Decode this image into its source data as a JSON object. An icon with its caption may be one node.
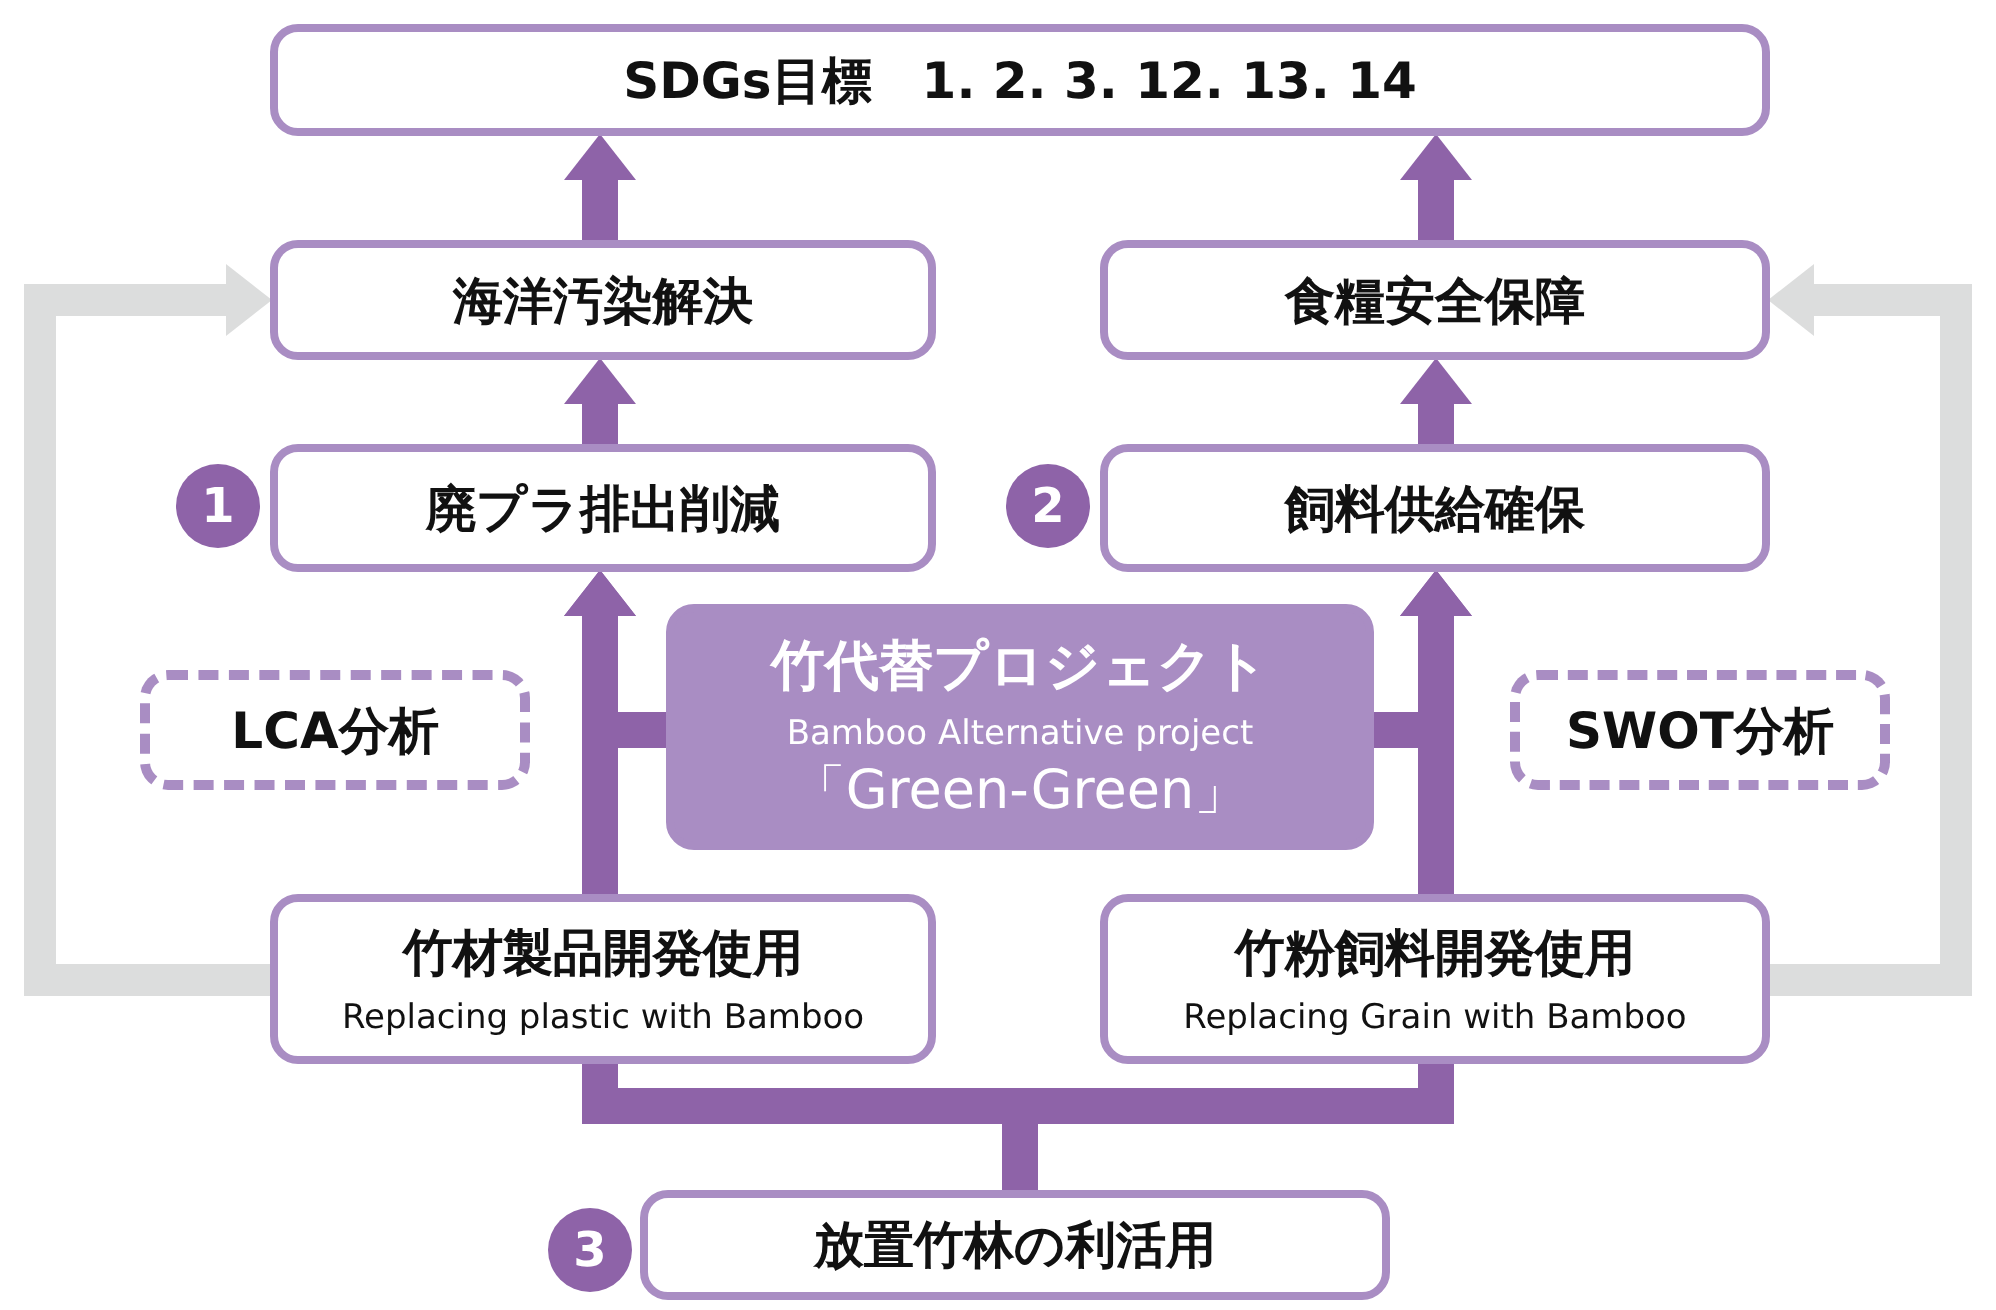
{
  "diagram": {
    "nodes": [
      {
        "text": [
          "SDGs目標　1. 2. 3. 12. 13. 14"
        ]
      },
      {
        "text": [
          "海洋汚染解決"
        ]
      },
      {
        "text": [
          "食糧安全保障"
        ]
      },
      {
        "text": [
          "廃プラ排出削減"
        ],
        "beside": [
          "1"
        ]
      },
      {
        "text": [
          "飼料供給確保"
        ],
        "beside": [
          "2"
        ]
      },
      {
        "text": [
          "竹代替プロジェクト",
          "Bamboo Alternative project",
          "「Green-Green」"
        ]
      },
      {
        "text": [
          "LCA分析"
        ]
      },
      {
        "text": [
          "SWOT分析"
        ]
      },
      {
        "text": [
          "竹材製品開発使用",
          "Replacing plastic with Bamboo"
        ]
      },
      {
        "text": [
          "竹粉飼料開発使用",
          "Replacing Grain with Bamboo"
        ]
      },
      {
        "text": [
          "放置竹林の利活用"
        ],
        "beside": [
          "3"
        ]
      }
    ],
    "edges": [
      {
        "from": 1,
        "to": 0,
        "arrow": "to"
      },
      {
        "from": 2,
        "to": 0,
        "arrow": "to"
      },
      {
        "from": 3,
        "to": 1,
        "arrow": "to"
      },
      {
        "from": 4,
        "to": 2,
        "arrow": "to"
      },
      {
        "from": 8,
        "to": 3,
        "arrow": "to"
      },
      {
        "from": 9,
        "to": 4,
        "arrow": "to"
      },
      {
        "from": 10,
        "to": 8,
        "arrow": "none"
      },
      {
        "from": 10,
        "to": 9,
        "arrow": "none"
      },
      {
        "from": 8,
        "to": 1,
        "arrow": "to",
        "color": "#dcdddd"
      },
      {
        "from": 9,
        "to": 2,
        "arrow": "to",
        "color": "#dcdddd"
      },
      {
        "from": 5,
        "to": 3,
        "arrow": "to"
      },
      {
        "from": 5,
        "to": 4,
        "arrow": "to"
      }
    ]
  }
}
